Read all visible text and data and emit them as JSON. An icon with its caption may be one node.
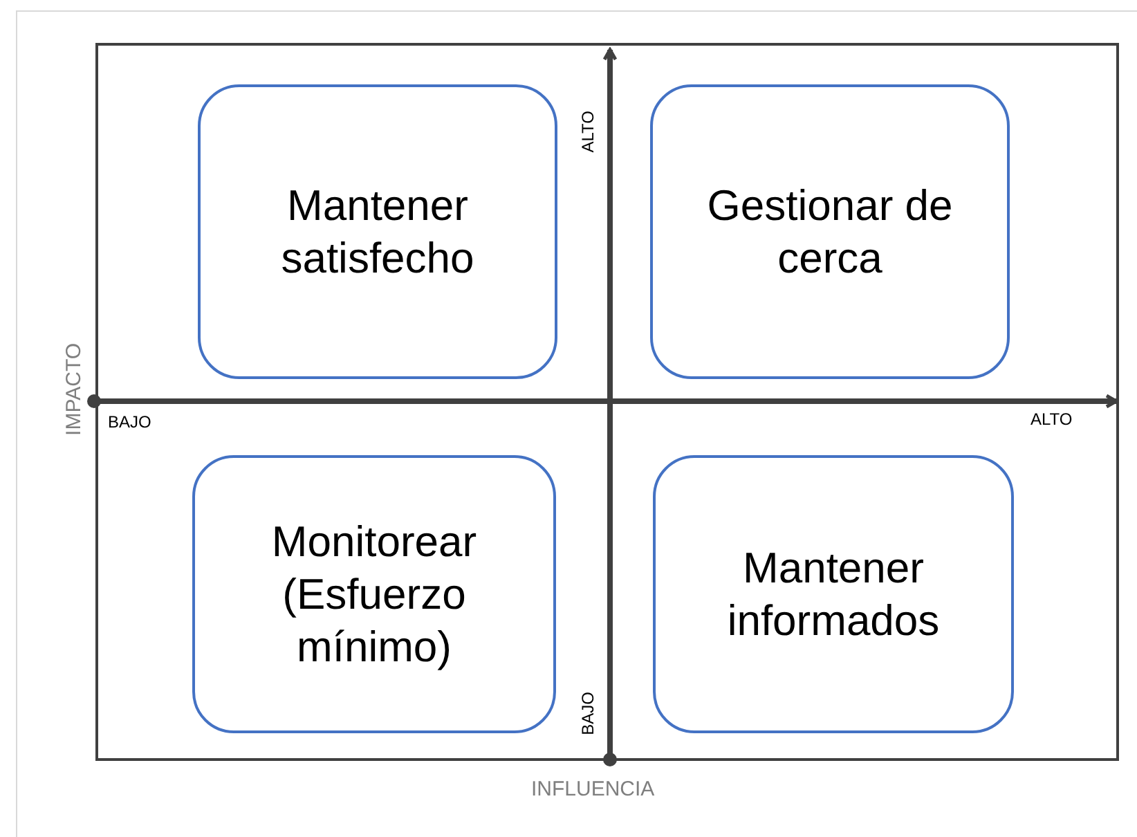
{
  "diagram": {
    "nodes": [
      {
        "text": [
          "Mantener satisfecho"
        ]
      },
      {
        "text": [
          "Gestionar de cerca"
        ]
      },
      {
        "text": [
          "Monitorear (Esfuerzo mínimo)"
        ]
      },
      {
        "text": [
          "Mantener informados"
        ]
      }
    ],
    "edges": [],
    "labels": [
      "ALTO",
      "IMPACTO",
      "BAJO",
      "ALTO",
      "BAJO",
      "INFLUENCIA"
    ]
  }
}
